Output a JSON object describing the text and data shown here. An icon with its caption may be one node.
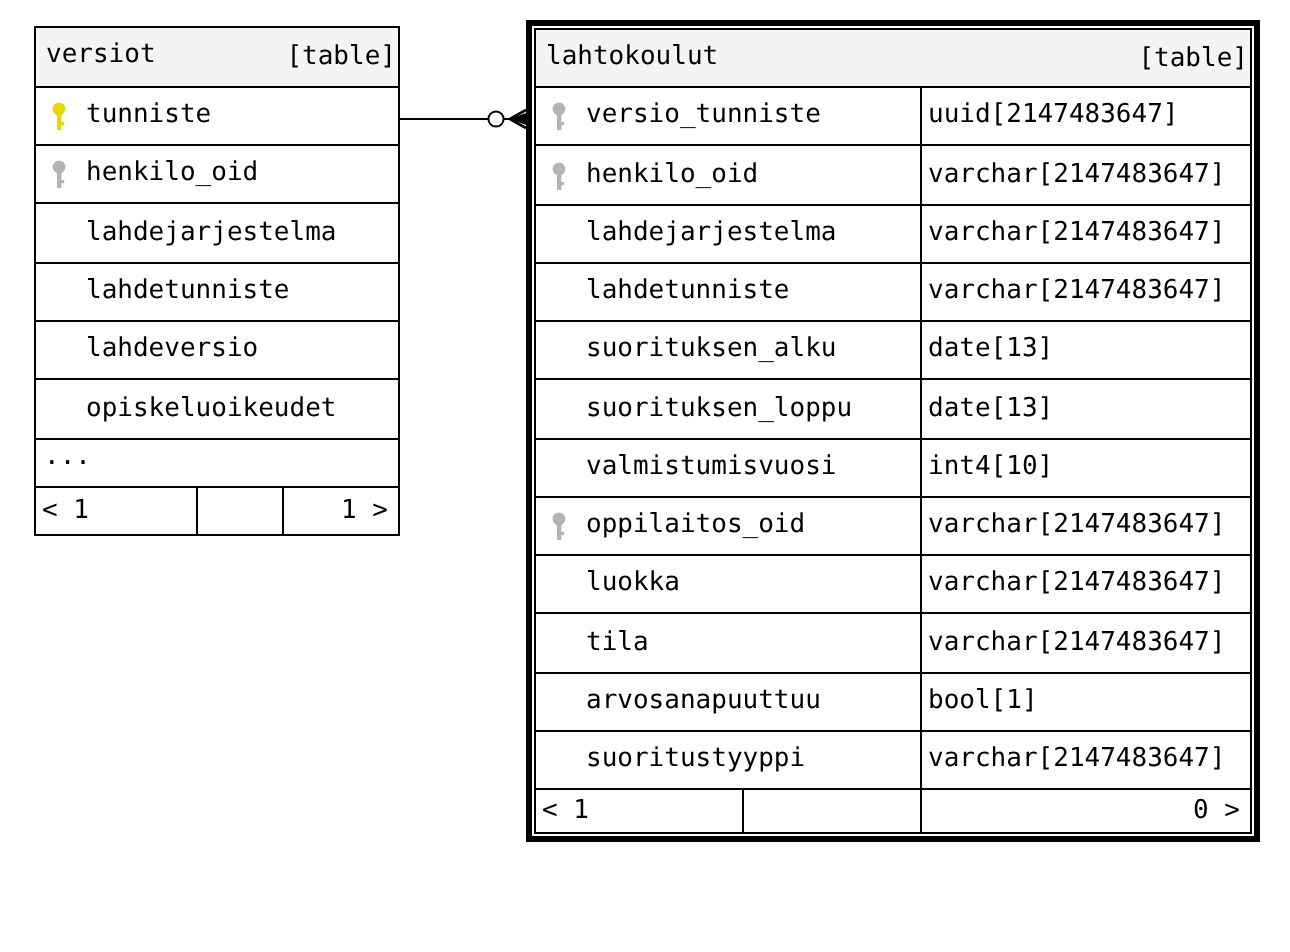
{
  "diagram": {
    "nodes": [
      {
        "text": [
          "versiot",
          "[table]"
        ]
      },
      {
        "text": [
          "tunniste"
        ],
        "in": 0
      },
      {
        "text": [
          "henkilo_oid"
        ],
        "in": 0
      },
      {
        "text": [
          "lahdejarjestelma"
        ],
        "in": 0
      },
      {
        "text": [
          "lahdetunniste"
        ],
        "in": 0
      },
      {
        "text": [
          "lahdeversio"
        ],
        "in": 0
      },
      {
        "text": [
          "opiskeluoikeudet"
        ],
        "in": 0
      },
      {
        "text": [
          "..."
        ],
        "in": 0
      },
      {
        "text": [
          "< 1",
          "1 >"
        ],
        "in": 0
      },
      {
        "text": [
          "lahtokoulut",
          "[table]"
        ]
      },
      {
        "text": [
          "versio_tunniste",
          "uuid[2147483647]"
        ],
        "in": 9
      },
      {
        "text": [
          "henkilo_oid",
          "varchar[2147483647]"
        ],
        "in": 9
      },
      {
        "text": [
          "lahdejarjestelma",
          "varchar[2147483647]"
        ],
        "in": 9
      },
      {
        "text": [
          "lahdetunniste",
          "varchar[2147483647]"
        ],
        "in": 9
      },
      {
        "text": [
          "suorituksen_alku",
          "date[13]"
        ],
        "in": 9
      },
      {
        "text": [
          "suorituksen_loppu",
          "date[13]"
        ],
        "in": 9
      },
      {
        "text": [
          "valmistumisvuosi",
          "int4[10]"
        ],
        "in": 9
      },
      {
        "text": [
          "oppilaitos_oid",
          "varchar[2147483647]"
        ],
        "in": 9
      },
      {
        "text": [
          "luokka",
          "varchar[2147483647]"
        ],
        "in": 9
      },
      {
        "text": [
          "tila",
          "varchar[2147483647]"
        ],
        "in": 9
      },
      {
        "text": [
          "arvosanapuuttuu",
          "bool[1]"
        ],
        "in": 9
      },
      {
        "text": [
          "suoritustyyppi",
          "varchar[2147483647]"
        ],
        "in": 9
      },
      {
        "text": [
          "< 1",
          "0 >"
        ],
        "in": 9
      }
    ],
    "edges": [
      {
        "from": 1,
        "to": 10,
        "arrow": "other"
      }
    ]
  }
}
